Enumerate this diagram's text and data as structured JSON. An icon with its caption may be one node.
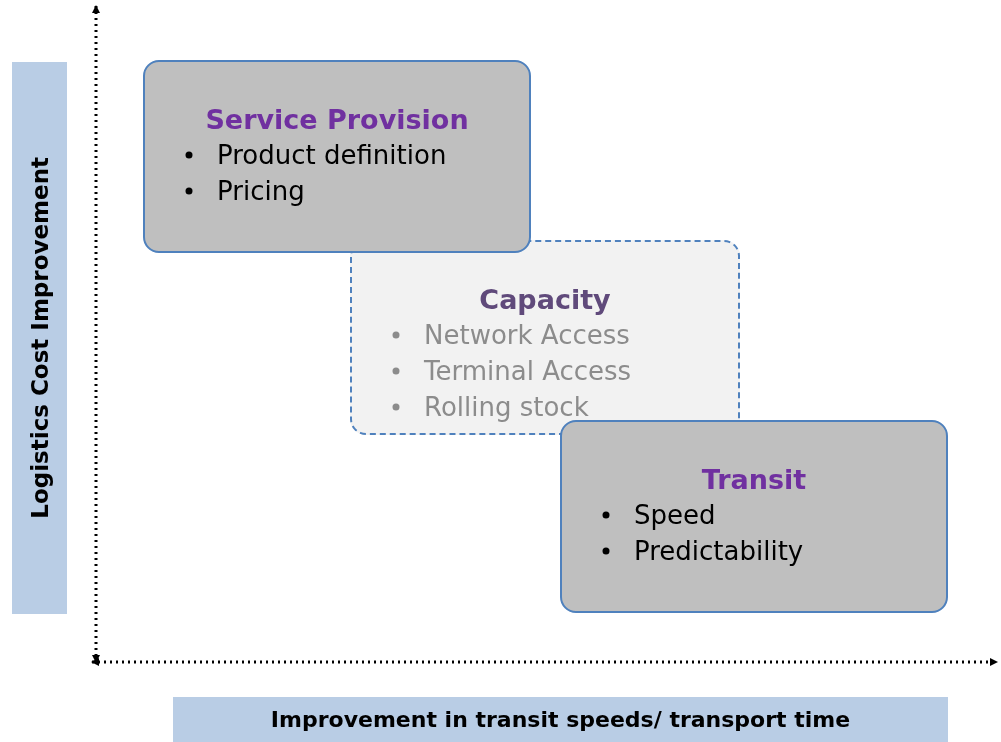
{
  "diagram": {
    "nodes": [
      {
        "text": [
          "Service Provision",
          "Product definition",
          "Pricing"
        ]
      },
      {
        "text": [
          "Capacity",
          "Network Access",
          "Terminal Access",
          "Rolling stock"
        ]
      },
      {
        "text": [
          "Transit",
          "Speed",
          "Predictability"
        ]
      },
      {
        "text": [
          "Logistics Cost Improvement"
        ]
      },
      {
        "text": [
          "Improvement in transit speeds/ transport time"
        ]
      }
    ],
    "edges": []
  }
}
